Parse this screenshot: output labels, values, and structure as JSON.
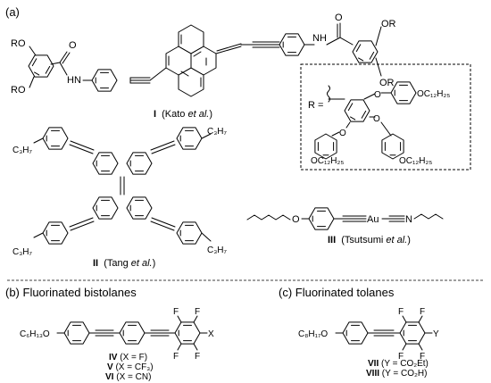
{
  "panels": {
    "a": {
      "label": "(a)"
    },
    "b": {
      "label": "(b) Fluorinated bistolanes"
    },
    "c": {
      "label": "(c) Fluorinated tolanes"
    }
  },
  "mol_I": {
    "ro_top": "OR",
    "ro_left_top": "RO",
    "ro_left_bot": "RO",
    "nh_left": "HN",
    "nh_right": "NH",
    "o_left": "O",
    "o_right": "O",
    "caption_num": "I",
    "caption_name": "(Kato ",
    "caption_etal": "et al.",
    "caption_end": ")"
  },
  "r_group": {
    "r_label": "R =",
    "o1": "O",
    "o2": "O",
    "o3": "O",
    "alkyl": "OC₁₂H₂₅"
  },
  "mol_II": {
    "c3h7": "C₃H₇",
    "caption_num": "II",
    "caption_name": "(Tang ",
    "caption_etal": "et al.",
    "caption_end": ")"
  },
  "mol_III": {
    "o": "O",
    "au": "Au",
    "n": "N",
    "caption_num": "III",
    "caption_name": "(Tsutsumi ",
    "caption_etal": "et al.",
    "caption_end": ")"
  },
  "bistolanes": {
    "chain": "C₆H₁₃O",
    "x": "X",
    "f": "F",
    "items": [
      {
        "num": "IV",
        "desc": "(X = F)"
      },
      {
        "num": "V",
        "desc": "(X = CF₃)"
      },
      {
        "num": "VI",
        "desc": "(X = CN)"
      }
    ]
  },
  "tolanes": {
    "chain": "C₈H₁₇O",
    "y": "Y",
    "f": "F",
    "items": [
      {
        "num": "VII",
        "desc": "(Y = CO₂Et)"
      },
      {
        "num": "VIII",
        "desc": "(Y = CO₂H)"
      }
    ]
  }
}
